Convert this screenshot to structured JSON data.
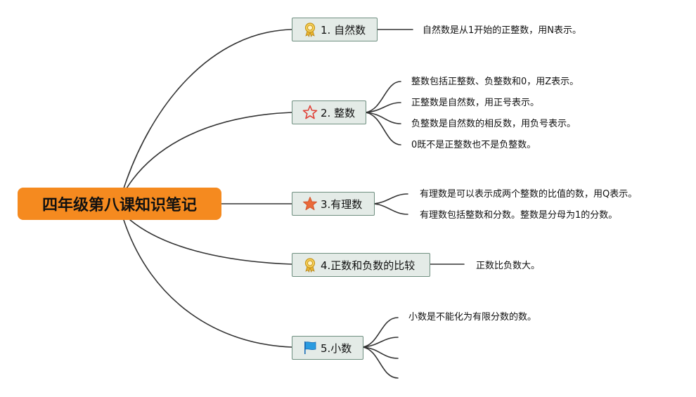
{
  "root": {
    "label": "四年级第八课知识笔记"
  },
  "topics": [
    {
      "label": "1. 自然数",
      "icon": "award-ribbon-icon",
      "leaves": [
        "自然数是从1开始的正整数，用N表示。"
      ]
    },
    {
      "label": "2. 整数",
      "icon": "star-outline-icon",
      "leaves": [
        "整数包括正整数、负整数和0，用Z表示。",
        "正整数是自然数，用正号表示。",
        "负整数是自然数的相反数，用负号表示。",
        "0既不是正整数也不是负整数。"
      ]
    },
    {
      "label": "3.有理数",
      "icon": "star-filled-icon",
      "leaves": [
        "有理数是可以表示成两个整数的比值的数，用Q表示。",
        "有理数包括整数和分数。整数是分母为1的分数。"
      ]
    },
    {
      "label": "4.正数和负数的比较",
      "icon": "award-ribbon-icon",
      "leaves": [
        "正数比负数大。"
      ]
    },
    {
      "label": "5.小数",
      "icon": "flag-icon",
      "leaves": [
        "小数是不能化为有限分数的数。",
        "",
        "",
        ""
      ]
    }
  ]
}
